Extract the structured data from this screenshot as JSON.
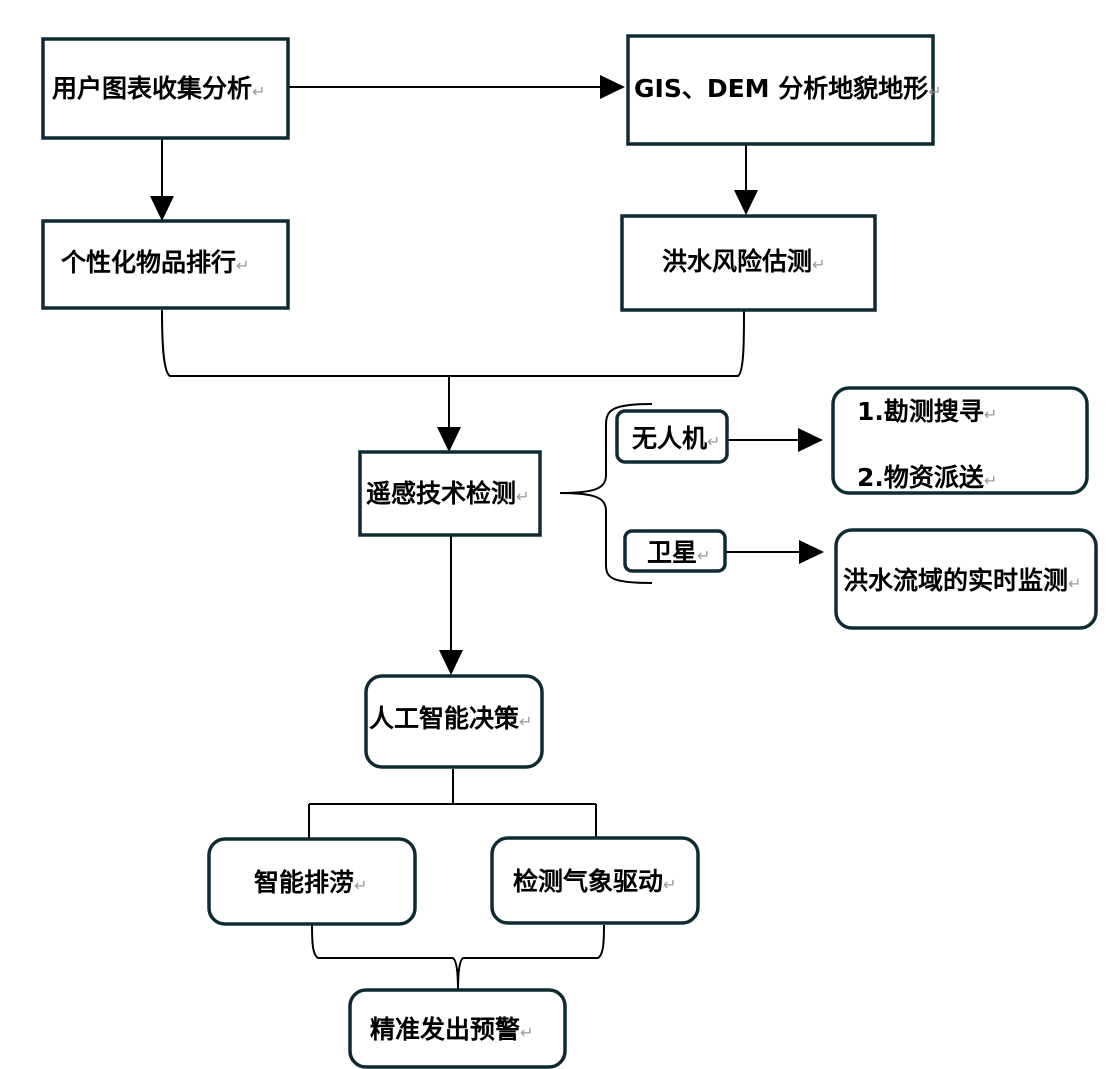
{
  "colors": {
    "border": "#0f2a33",
    "line": "#000000",
    "text": "#000000",
    "paragraph_mark": "#9a9a9a"
  },
  "paragraph_mark": "↵",
  "nodes": {
    "user_chart": "用户图表收集分析",
    "gis_dem": "GIS、DEM 分析地貌地形",
    "item_ranking": "个性化物品排行",
    "flood_risk": "洪水风险估测",
    "remote_sensing": "遥感技术检测",
    "drone": "无人机",
    "drone_task_1": "1.勘测搜寻",
    "drone_task_2": "2.物资派送",
    "satellite": "卫星",
    "satellite_task": "洪水流域的实时监测",
    "ai_decision": "人工智能决策",
    "smart_drainage": "智能排涝",
    "weather_driven": "检测气象驱动",
    "early_warning": "精准发出预警"
  }
}
